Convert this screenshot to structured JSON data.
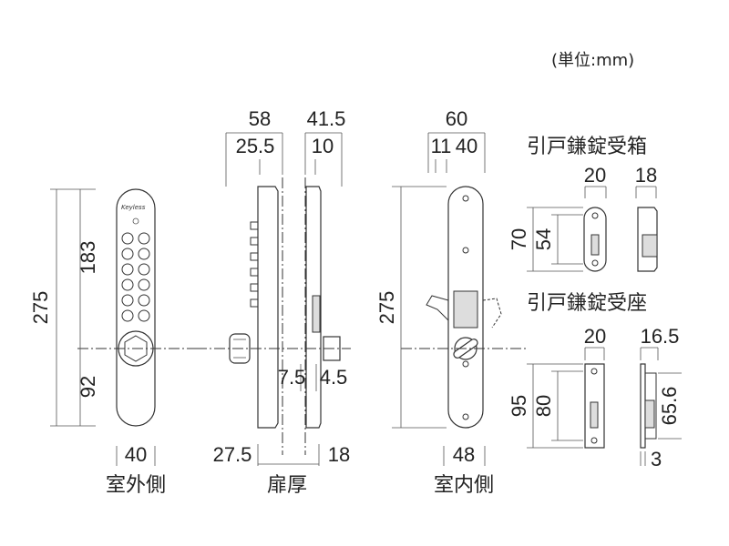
{
  "unit_label": "(単位:mm)",
  "views": {
    "exterior": {
      "label": "室外側",
      "height": "275",
      "upper": "183",
      "lower": "92",
      "width": "40",
      "logo": "Keyless"
    },
    "thickness": {
      "label": "扉厚",
      "top_left": "58",
      "top_left_inner": "25.5",
      "top_right": "41.5",
      "top_right_inner": "10",
      "side": "7.5",
      "side_right": "4.5",
      "bottom_left": "27.5",
      "bottom_right": "18"
    },
    "interior": {
      "label": "室内側",
      "width": "60",
      "sub_left": "11",
      "sub_right": "40",
      "height": "275",
      "bottom_width": "48"
    }
  },
  "strike_box": {
    "title": "引戸鎌錠受箱",
    "w1": "20",
    "w2": "18",
    "h_outer": "70",
    "h_inner": "54"
  },
  "strike_seat": {
    "title": "引戸鎌錠受座",
    "w1": "20",
    "w2": "16.5",
    "h_outer": "95",
    "h_inner": "80",
    "h_side": "65.6",
    "thick": "3"
  }
}
